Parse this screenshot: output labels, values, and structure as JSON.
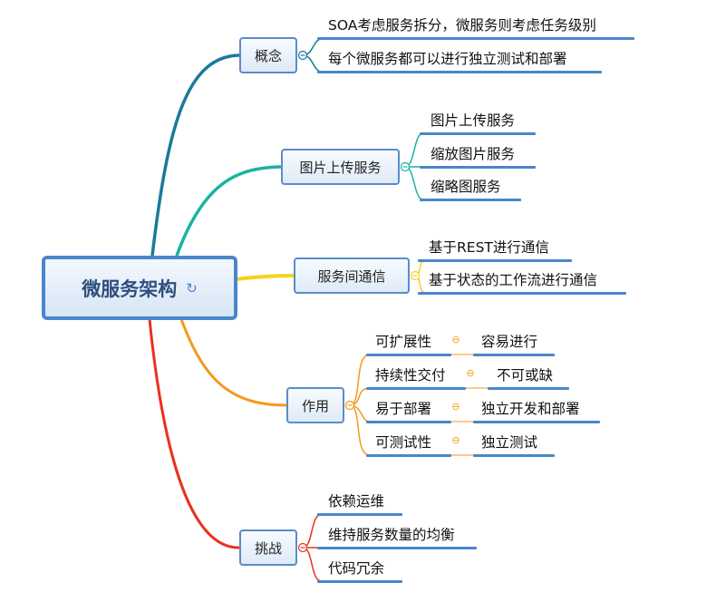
{
  "root": {
    "label": "微服务架构",
    "icon": "refresh-icon"
  },
  "colors": {
    "concept": "#1a7a9a",
    "upload": "#19b3a0",
    "comm": "#f5d21b",
    "role": "#f39a1b",
    "challenge": "#e8321e",
    "leaf_line": "#4a86cc"
  },
  "branches": {
    "concept": {
      "label": "概念",
      "items": [
        "SOA考虑服务拆分，微服务则考虑任务级别",
        "每个微服务都可以进行独立测试和部署"
      ]
    },
    "upload": {
      "label": "图片上传服务",
      "items": [
        "图片上传服务",
        "缩放图片服务",
        "缩略图服务"
      ]
    },
    "comm": {
      "label": "服务间通信",
      "items": [
        "基于REST进行通信",
        "基于状态的工作流进行通信"
      ]
    },
    "role": {
      "label": "作用",
      "items": [
        {
          "label": "可扩展性",
          "child": "容易进行"
        },
        {
          "label": "持续性交付",
          "child": "不可或缺"
        },
        {
          "label": "易于部署",
          "child": "独立开发和部署"
        },
        {
          "label": "可测试性",
          "child": "独立测试"
        }
      ]
    },
    "challenge": {
      "label": "挑战",
      "items": [
        "依赖运维",
        "维持服务数量的均衡",
        "代码冗余"
      ]
    }
  }
}
